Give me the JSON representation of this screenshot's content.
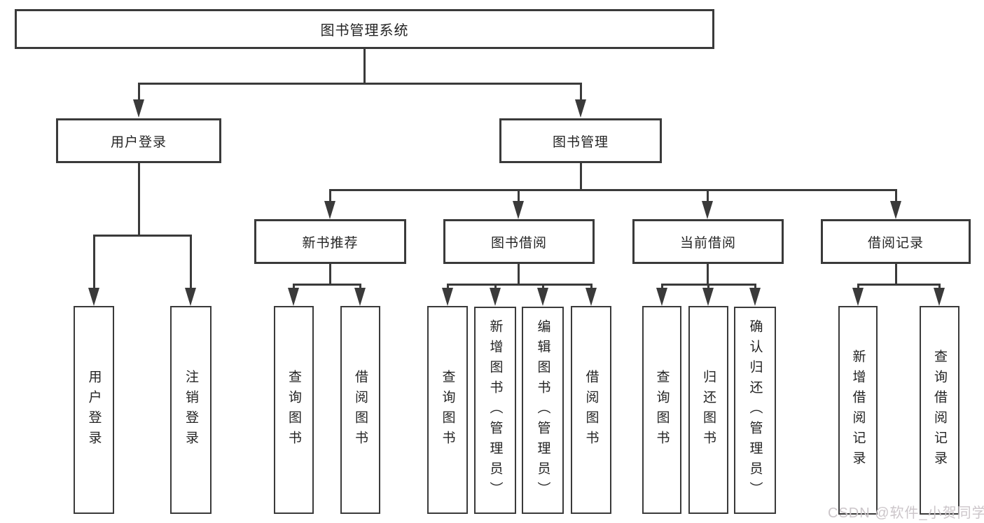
{
  "tree": {
    "label": "图书管理系统",
    "children": [
      {
        "label": "用户登录",
        "children": [
          {
            "label": "用户登录"
          },
          {
            "label": "注销登录"
          }
        ]
      },
      {
        "label": "图书管理",
        "children": [
          {
            "label": "新书推荐",
            "children": [
              {
                "label": "查询图书"
              },
              {
                "label": "借阅图书"
              }
            ]
          },
          {
            "label": "图书借阅",
            "children": [
              {
                "label": "查询图书"
              },
              {
                "label": "新增图书（管理员）"
              },
              {
                "label": "编辑图书（管理员）"
              },
              {
                "label": "借阅图书"
              }
            ]
          },
          {
            "label": "当前借阅",
            "children": [
              {
                "label": "查询图书"
              },
              {
                "label": "归还图书"
              },
              {
                "label": "确认归还（管理员）"
              }
            ]
          },
          {
            "label": "借阅记录",
            "children": [
              {
                "label": "新增借阅记录"
              },
              {
                "label": "查询借阅记录"
              }
            ]
          }
        ]
      }
    ]
  },
  "watermark": "CSDN @软件_小贺同学",
  "colors": {
    "line": "#3a3a3a",
    "text": "#242424",
    "background": "#ffffff",
    "watermark": "#ccc6ca"
  }
}
